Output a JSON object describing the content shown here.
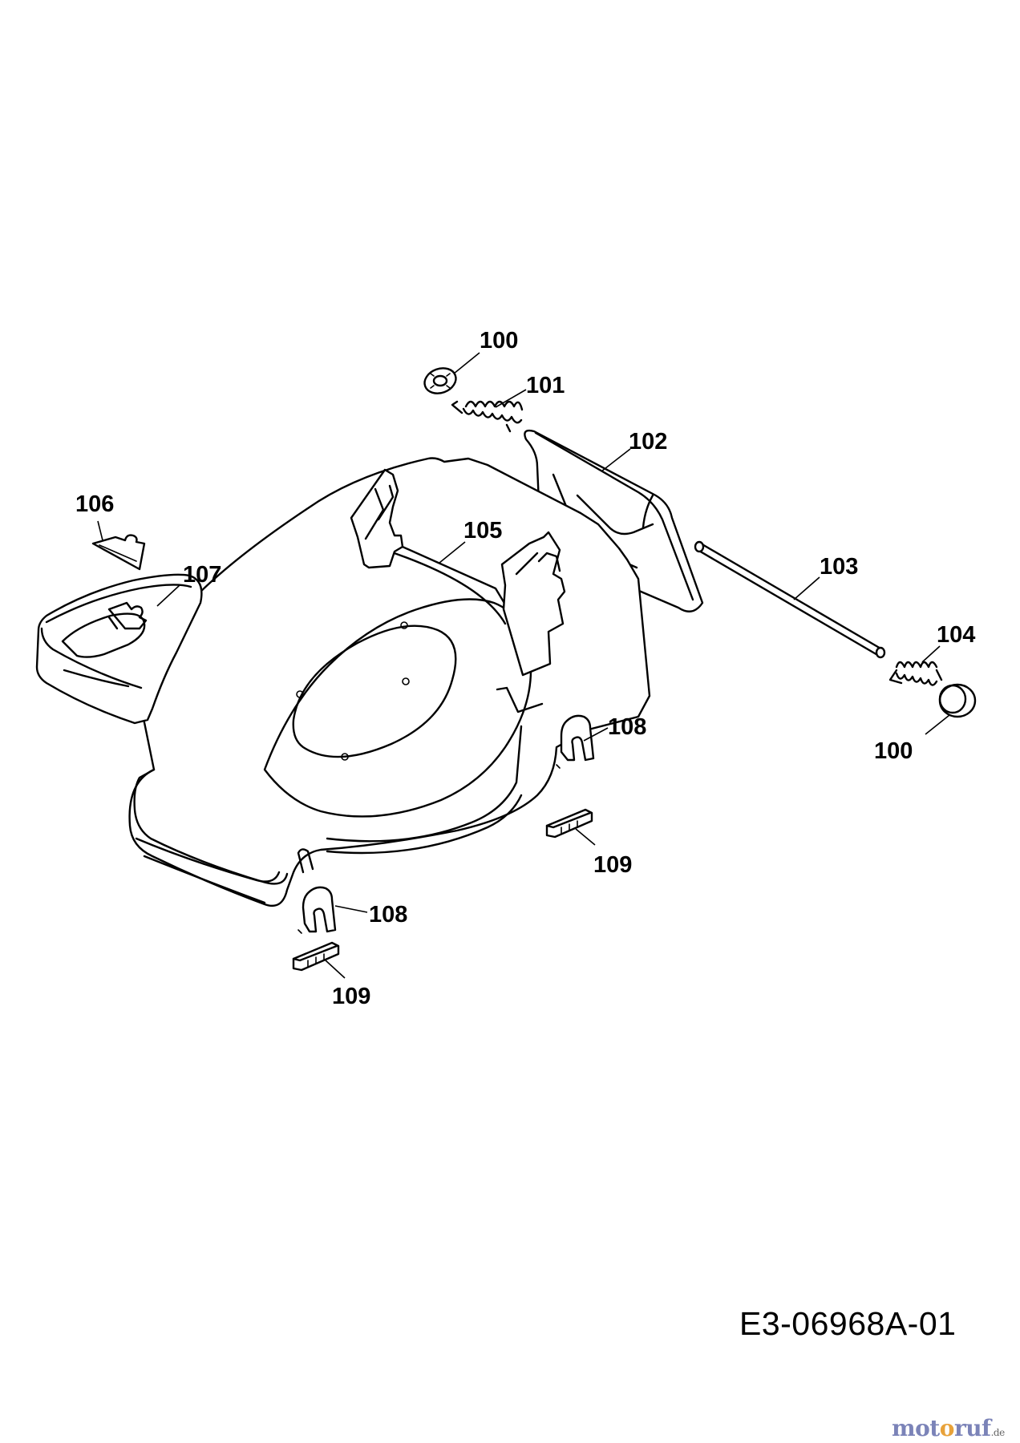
{
  "diagram": {
    "drawing_number": "E3-06968A-01",
    "watermark": {
      "part1": "mot",
      "part2": "o",
      "part3": "ruf",
      "tld": ".de"
    },
    "callouts": [
      {
        "id": "c100a",
        "label": "100"
      },
      {
        "id": "c101",
        "label": "101"
      },
      {
        "id": "c102",
        "label": "102"
      },
      {
        "id": "c103",
        "label": "103"
      },
      {
        "id": "c104",
        "label": "104"
      },
      {
        "id": "c100b",
        "label": "100"
      },
      {
        "id": "c105",
        "label": "105"
      },
      {
        "id": "c106",
        "label": "106"
      },
      {
        "id": "c107",
        "label": "107"
      },
      {
        "id": "c108a",
        "label": "108"
      },
      {
        "id": "c109a",
        "label": "109"
      },
      {
        "id": "c108b",
        "label": "108"
      },
      {
        "id": "c109b",
        "label": "109"
      }
    ]
  }
}
